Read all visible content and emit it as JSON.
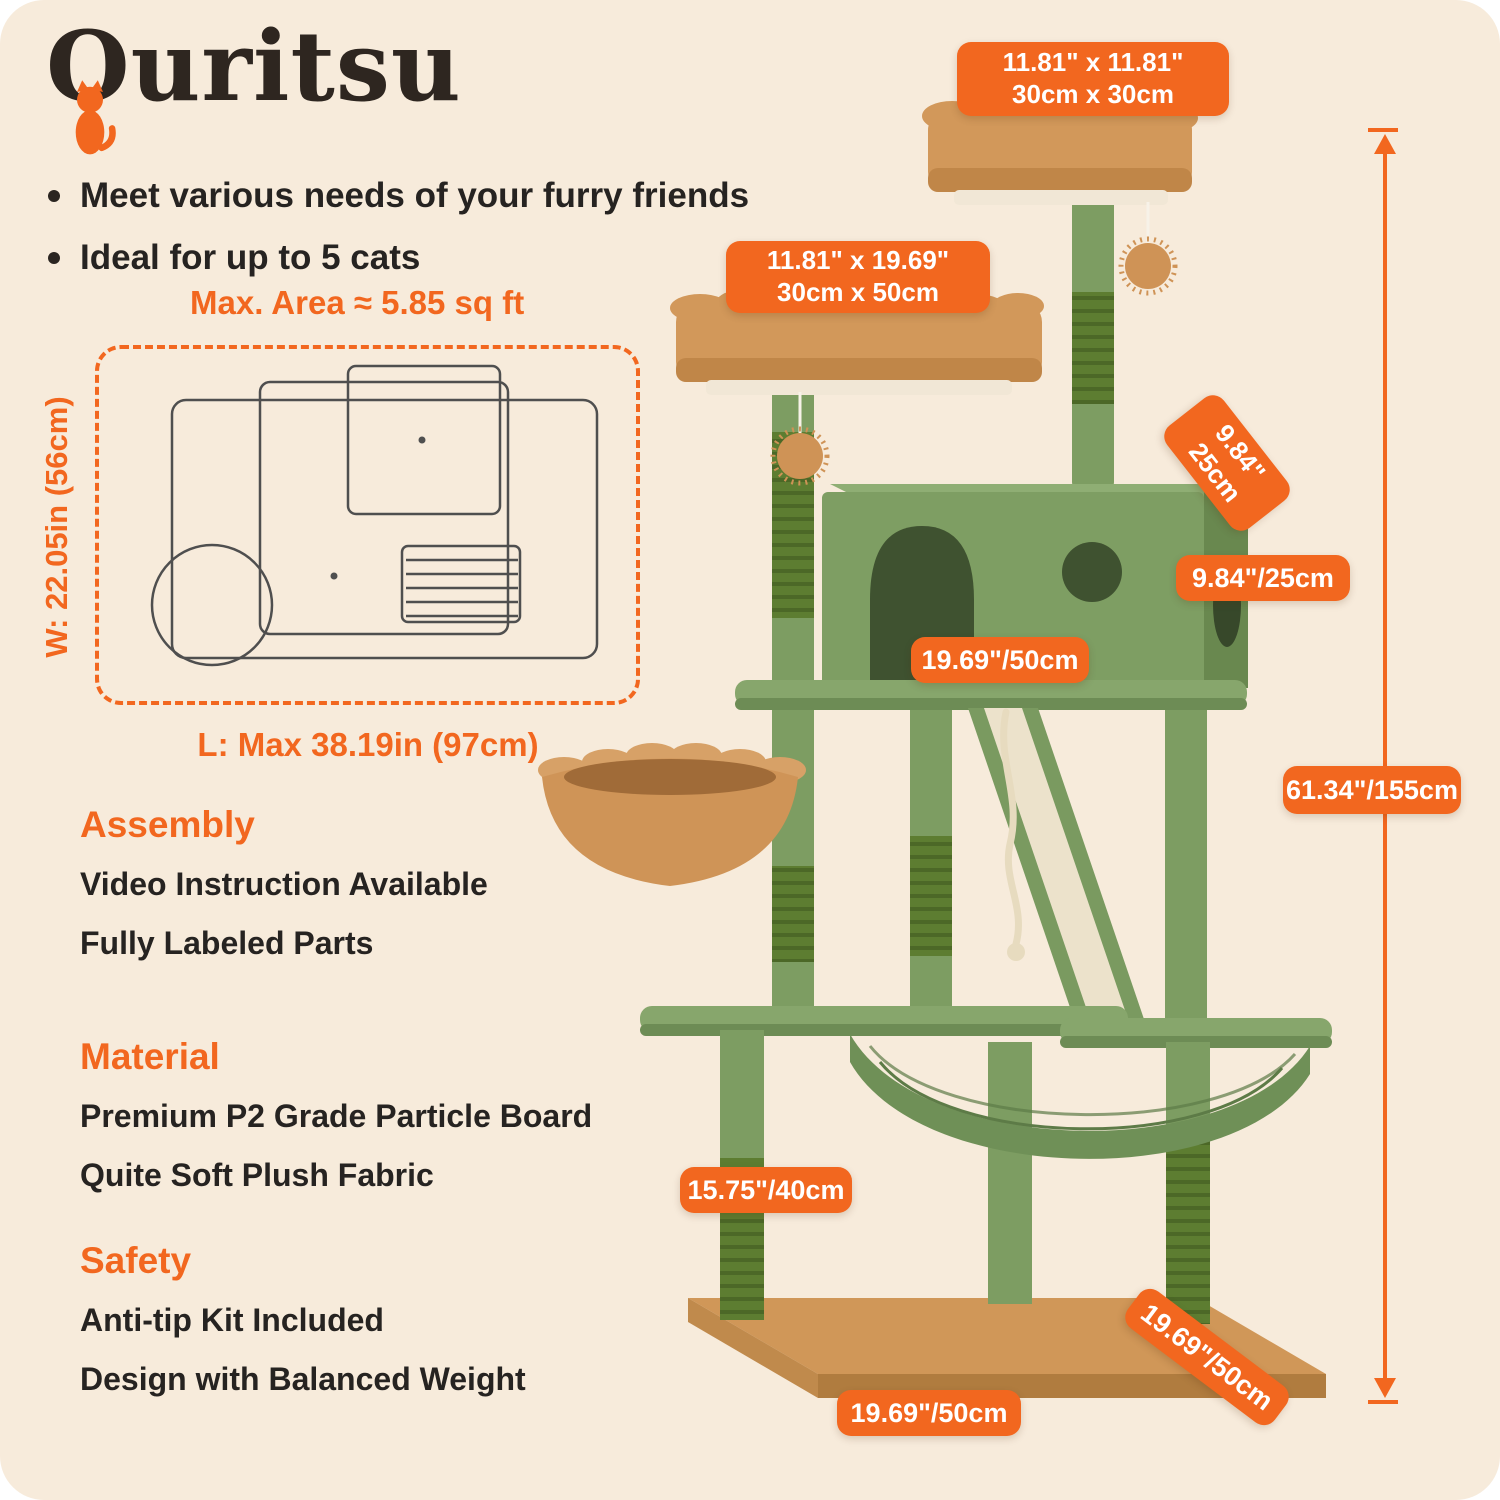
{
  "brand": {
    "name": "Ouritsu"
  },
  "features": [
    "Meet various needs of your furry friends",
    "Ideal for up to 5 cats"
  ],
  "floorplan": {
    "max_area_label": "Max. Area ≈ 5.85 sq ft",
    "width_label": "W: 22.05in (56cm)",
    "length_label": "L: Max 38.19in (97cm)"
  },
  "sections": [
    {
      "title": "Assembly",
      "lines": [
        "Video Instruction Available",
        "Fully Labeled Parts"
      ]
    },
    {
      "title": "Material",
      "lines": [
        "Premium P2 Grade Particle Board",
        "Quite Soft Plush Fabric"
      ]
    },
    {
      "title": "Safety",
      "lines": [
        "Anti-tip Kit Included",
        "Design with Balanced Weight"
      ]
    }
  ],
  "measurements": {
    "top_perch": {
      "line1": "11.81\" x 11.81\"",
      "line2": "30cm x 30cm"
    },
    "middle_perch": {
      "line1": "11.81\" x 19.69\"",
      "line2": "30cm x 50cm"
    },
    "condo_depth": {
      "line1": "9.84\"",
      "line2": "25cm"
    },
    "condo_height": "9.84\"/25cm",
    "condo_width": "19.69\"/50cm",
    "overall_height": "61.34\"/155cm",
    "lower_post_height": "15.75\"/40cm",
    "base_depth": "19.69\"/50cm",
    "base_width": "19.69\"/50cm"
  },
  "colors": {
    "accent_orange": "#F2671F",
    "background_cream": "#F7EBDB",
    "tree_green": "#7E9E63",
    "sisal_green": "#5D7D31",
    "plush_tan": "#D2985A",
    "text_dark": "#2B2521"
  }
}
